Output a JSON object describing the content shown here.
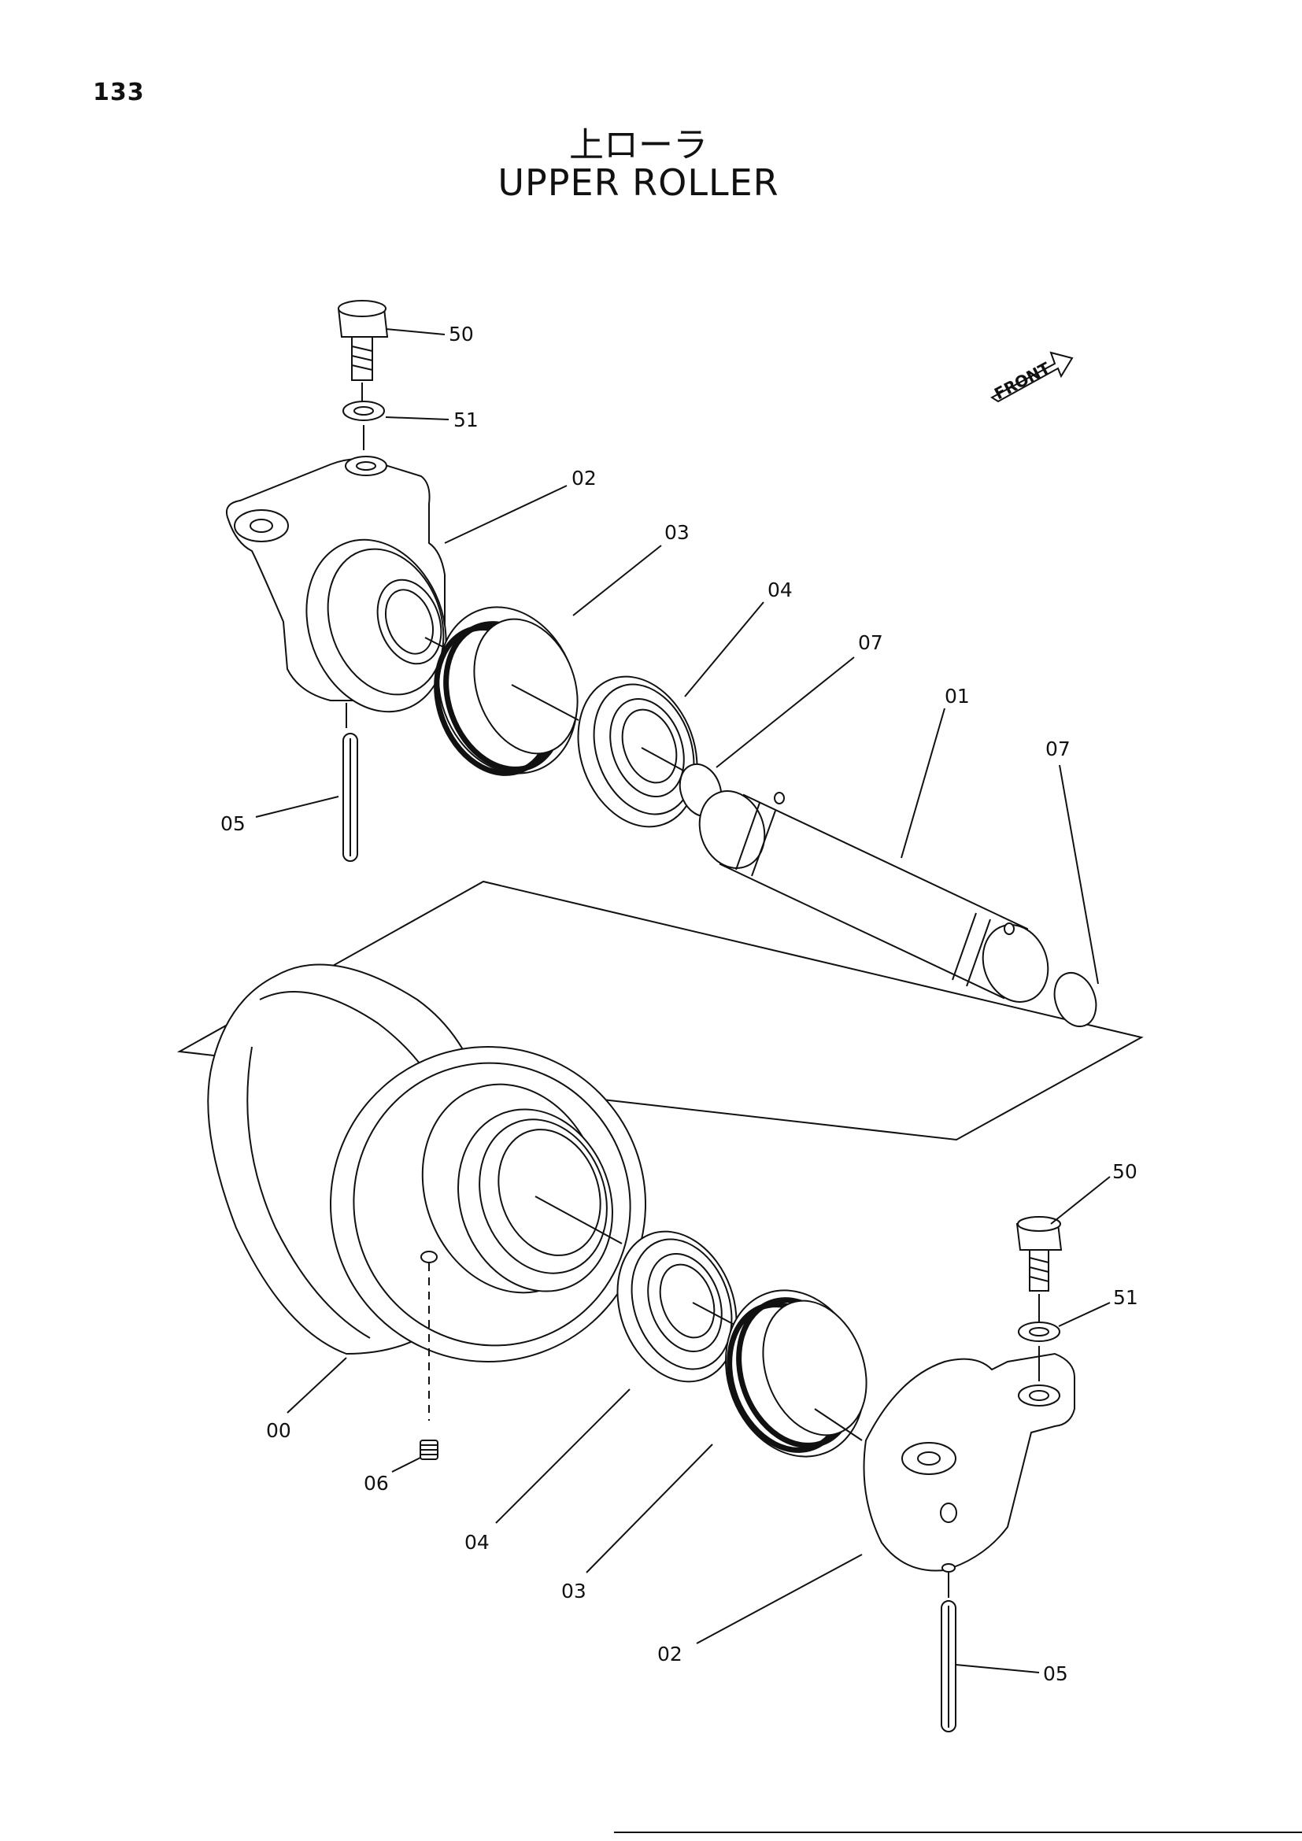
{
  "page_number": "133",
  "title_jp": "上ローラ",
  "title_en": "UPPER ROLLER",
  "direction_marker": "FRONT",
  "callouts": {
    "c50_top": "50",
    "c51_top": "51",
    "c02_top": "02",
    "c03_top": "03",
    "c04_top": "04",
    "c07_top": "07",
    "c01": "01",
    "c07_right": "07",
    "c05_top": "05",
    "c50_bottom": "50",
    "c51_bottom": "51",
    "c00": "00",
    "c06": "06",
    "c04_bottom": "04",
    "c03_bottom": "03",
    "c02_bottom": "02",
    "c05_bottom": "05"
  }
}
